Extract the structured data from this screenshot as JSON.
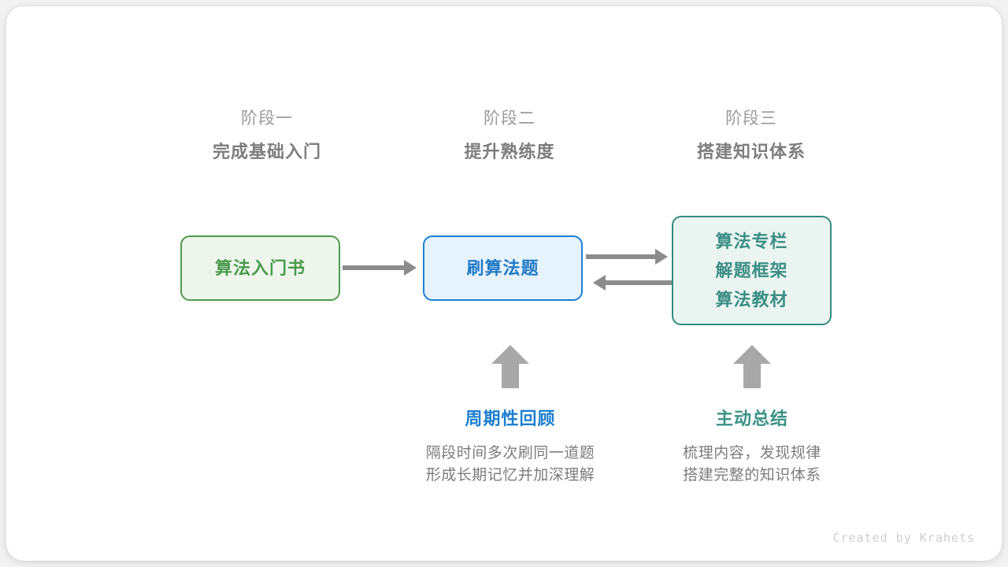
{
  "stages": [
    {
      "label": "阶段一",
      "title": "完成基础入门"
    },
    {
      "label": "阶段二",
      "title": "提升熟练度"
    },
    {
      "label": "阶段三",
      "title": "搭建知识体系"
    }
  ],
  "nodes": {
    "book": {
      "text": "算法入门书",
      "color": "#4a9a4d",
      "border": "#4f9a4f",
      "fill": "#eef6ec"
    },
    "practice": {
      "text": "刷算法题",
      "color": "#2079c8",
      "border": "#1a7fd4",
      "fill": "#e6f3fc"
    },
    "resources": {
      "line1": "算法专栏",
      "line2": "解题框架",
      "line3": "算法教材",
      "color": "#3b8e84",
      "border": "#358a80",
      "fill": "#eaf4f1"
    }
  },
  "notes": [
    {
      "title": "周期性回顾",
      "desc_line1": "隔段时间多次刷同一道题",
      "desc_line2": "形成长期记忆并加深理解",
      "color": "#1b7fd0"
    },
    {
      "title": "主动总结",
      "desc_line1": "梳理内容，发现规律",
      "desc_line2": "搭建完整的知识体系",
      "color": "#3b9186"
    }
  ],
  "credit": "Created by Krahets",
  "colors": {
    "arrow": "#8c8c8c",
    "arrow_up": "#a8a8a8",
    "stage_label": "#9a9a9a",
    "stage_title": "#7d7d7d",
    "background": "#ffffff"
  }
}
